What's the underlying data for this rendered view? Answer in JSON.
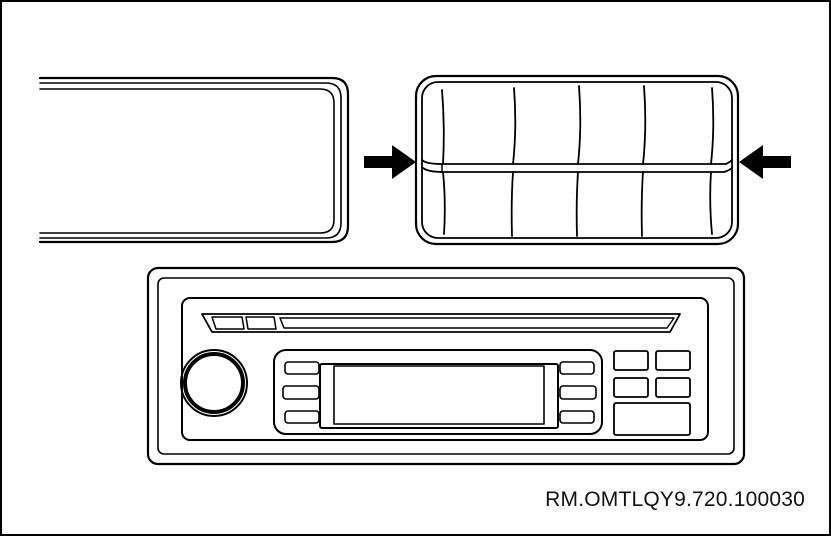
{
  "figure": {
    "reference_code": "RM.OMTLQY9.720.100030",
    "line_color": "#000000",
    "background_color": "#ffffff"
  },
  "components": {
    "left_panel": "trim-panel",
    "right_panel": "ribbed-removal-tool",
    "arrows": [
      "arrow-right",
      "arrow-left"
    ],
    "bottom": "radio-head-unit"
  }
}
